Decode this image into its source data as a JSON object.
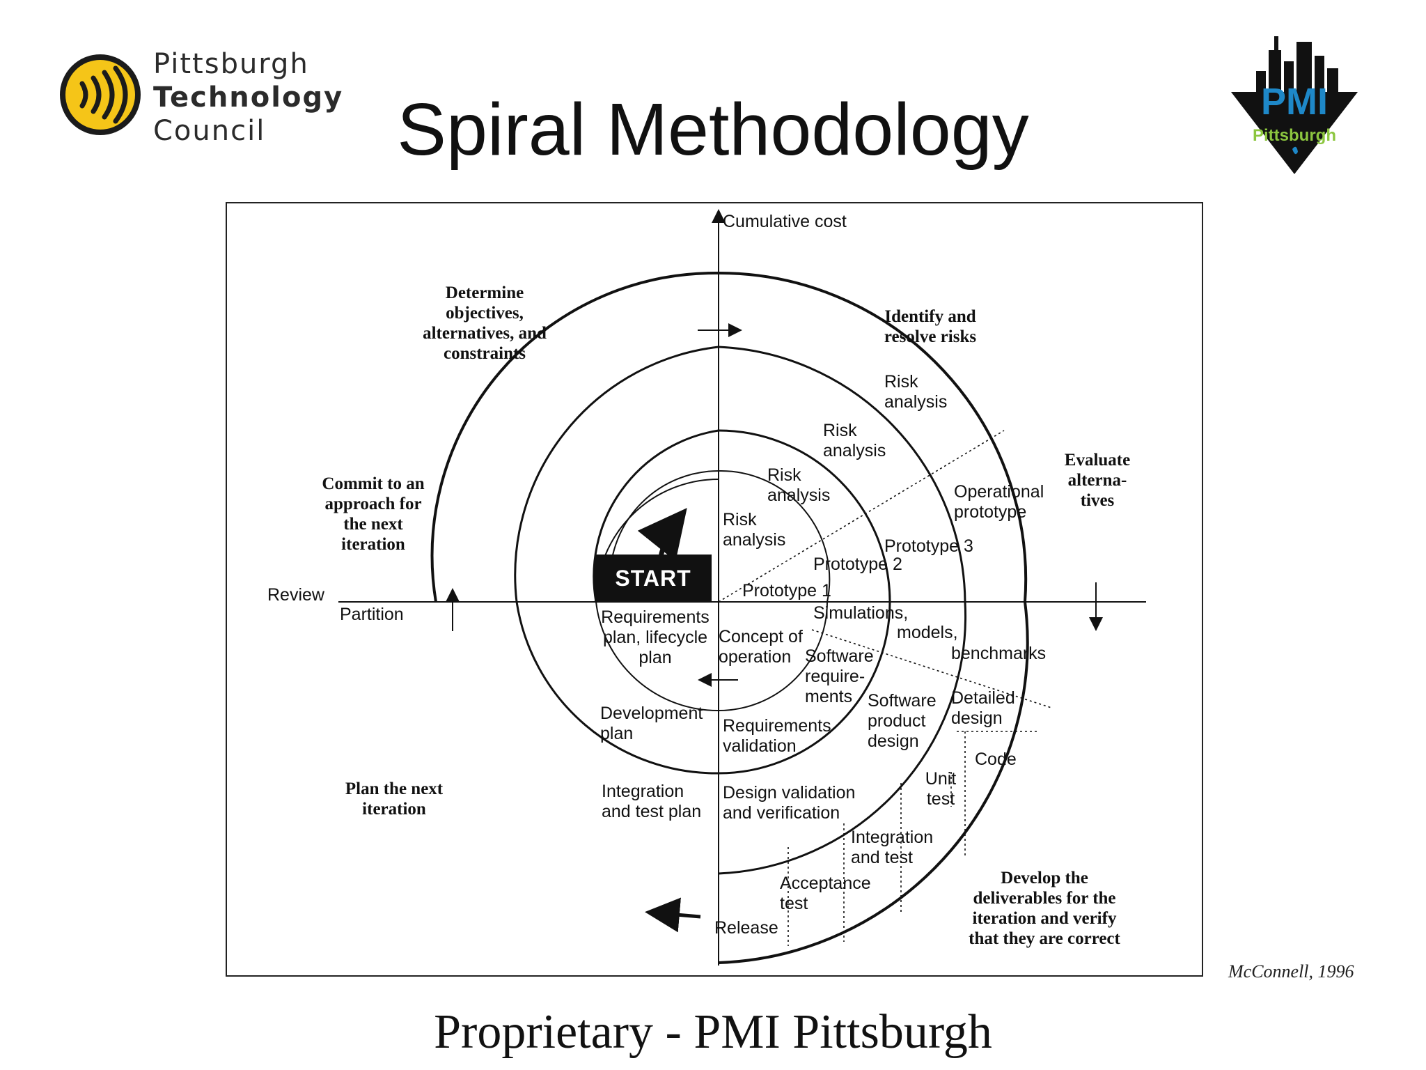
{
  "header": {
    "title": "Spiral Methodology",
    "ptc_logo": {
      "line1": "Pittsburgh",
      "line2": "Technology",
      "line3": "Council"
    },
    "pmi_logo": {
      "mark": "PMI",
      "city": "Pittsburgh"
    }
  },
  "diagram": {
    "axis_label": "Cumulative cost",
    "start_label": "START",
    "phases": {
      "top_left": [
        "Determine",
        "objectives,",
        "alternatives, and",
        "constraints"
      ],
      "top_right": [
        "Identify and",
        "resolve risks"
      ],
      "right": [
        "Evaluate",
        "alterna-",
        "tives"
      ],
      "left": [
        "Commit to an",
        "approach for",
        "the next",
        "iteration"
      ],
      "bottom_left": [
        "Plan the next",
        "iteration"
      ],
      "bottom_right": [
        "Develop the",
        "deliverables for the",
        "iteration and verify",
        "that they are correct"
      ]
    },
    "labels": {
      "review": "Review",
      "partition": "Partition",
      "risk_analysis_1": [
        "Risk",
        "analysis"
      ],
      "risk_analysis_2": [
        "Risk",
        "analysis"
      ],
      "risk_analysis_3": [
        "Risk",
        "analysis"
      ],
      "risk_analysis_4": [
        "Risk",
        "analysis"
      ],
      "operational_prototype": [
        "Operational",
        "prototype"
      ],
      "prototype_3": "Prototype 3",
      "prototype_2": "Prototype 2",
      "prototype_1": "Prototype 1",
      "simulations": [
        "Simulations,",
        "models,",
        "benchmarks"
      ],
      "requirements_plan": [
        "Requirements",
        "plan, lifecycle",
        "plan"
      ],
      "concept_of_operation": [
        "Concept of",
        "operation"
      ],
      "software_requirements": [
        "Software",
        "require-",
        "ments"
      ],
      "software_product_design": [
        "Software",
        "product",
        "design"
      ],
      "detailed_design": [
        "Detailed",
        "design"
      ],
      "code": "Code",
      "development_plan": [
        "Development",
        "plan"
      ],
      "requirements_validation": [
        "Requirements",
        "validation"
      ],
      "unit_test": [
        "Unit",
        "test"
      ],
      "integration_test_plan": [
        "Integration",
        "and test plan"
      ],
      "design_validation": [
        "Design validation",
        "and verification"
      ],
      "integration_and_test": [
        "Integration",
        "and test"
      ],
      "acceptance_test": [
        "Acceptance",
        "test"
      ],
      "release": "Release"
    }
  },
  "citation": "McConnell, 1996",
  "footer": "Proprietary - PMI Pittsburgh",
  "colors": {
    "ptc_yellow": "#f5c518",
    "pmi_blue": "#1e88c8",
    "pmi_green": "#8cc63f",
    "ink": "#111111"
  }
}
